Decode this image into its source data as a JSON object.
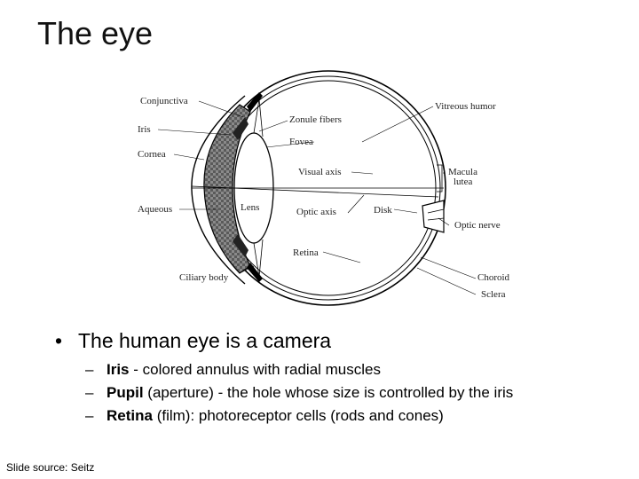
{
  "slide": {
    "title": "The eye",
    "bullet": {
      "marker": "•",
      "text": "The human eye is a camera"
    },
    "sub_bullets": [
      {
        "dash": "–",
        "term": "Iris",
        "rest": " - colored annulus with radial muscles"
      },
      {
        "dash": "–",
        "term": "Pupil",
        "rest": " (aperture) - the hole whose size is controlled by the iris"
      },
      {
        "dash": "–",
        "term": "Retina",
        "rest": " (film): photoreceptor cells (rods and cones)"
      }
    ],
    "source": "Slide source: Seitz"
  },
  "diagram": {
    "labels": {
      "conjunctiva": "Conjunctiva",
      "iris": "Iris",
      "cornea": "Cornea",
      "aqueous": "Aqueous",
      "ciliary_body": "Ciliary body",
      "zonule_fibers": "Zonule fibers",
      "fovea": "Fovea",
      "visual_axis": "Visual axis",
      "optic_axis": "Optic axis",
      "lens": "Lens",
      "disk": "Disk",
      "retina": "Retina",
      "vitreous_humor": "Vitreous humor",
      "macula": "Macula",
      "lutea": "lutea",
      "optic_nerve": "Optic nerve",
      "choroid": "Choroid",
      "sclera": "Sclera"
    }
  }
}
